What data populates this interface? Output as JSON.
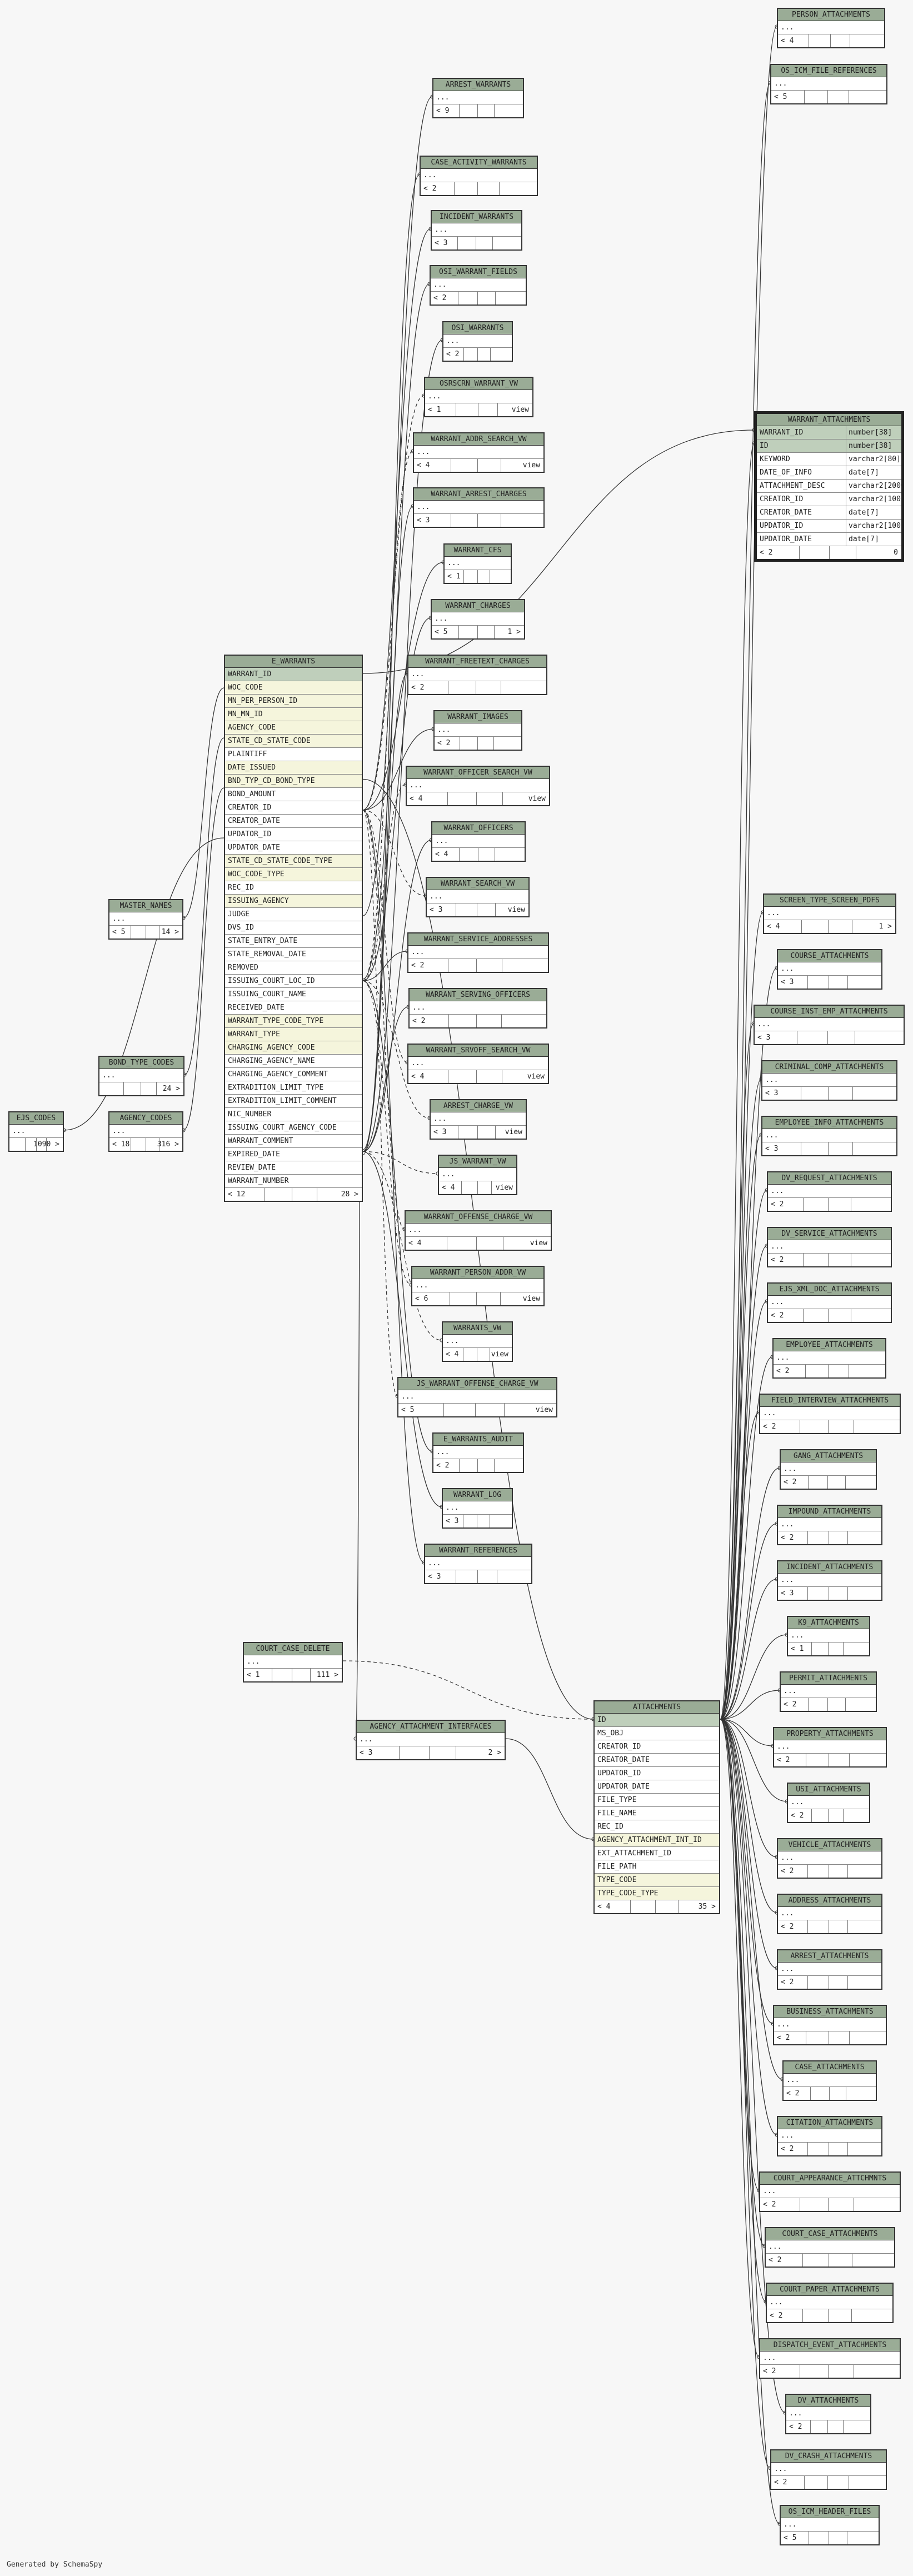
{
  "footer": "Generated by SchemaSpy",
  "focus": "WARRANT_ATTACHMENTS",
  "hub": "E_WARRANTS",
  "colors": {
    "header": "#9aac96",
    "pk": "#bfcfbb",
    "fk": "#f5f5dc",
    "line": "#333333"
  },
  "tables": [
    {
      "name": "PERSON_ATTACHMENTS",
      "rows": [
        {
          "t": "..."
        }
      ],
      "left": "< 4",
      "right": ""
    },
    {
      "name": "OS_ICM_FILE_REFERENCES",
      "rows": [
        {
          "t": "..."
        }
      ],
      "left": "< 5",
      "right": ""
    },
    {
      "name": "ARREST_WARRANTS",
      "rows": [
        {
          "t": "..."
        }
      ],
      "left": "< 9",
      "right": ""
    },
    {
      "name": "CASE_ACTIVITY_WARRANTS",
      "rows": [
        {
          "t": "..."
        }
      ],
      "left": "< 2",
      "right": ""
    },
    {
      "name": "INCIDENT_WARRANTS",
      "rows": [
        {
          "t": "..."
        }
      ],
      "left": "< 3",
      "right": ""
    },
    {
      "name": "OSI_WARRANT_FIELDS",
      "rows": [
        {
          "t": "..."
        }
      ],
      "left": "< 2",
      "right": ""
    },
    {
      "name": "OSI_WARRANTS",
      "rows": [
        {
          "t": "..."
        }
      ],
      "left": "< 2",
      "right": ""
    },
    {
      "name": "OSRSCRN_WARRANT_VW",
      "rows": [
        {
          "t": "..."
        }
      ],
      "left": "< 1",
      "right": "view"
    },
    {
      "name": "WARRANT_ADDR_SEARCH_VW",
      "rows": [
        {
          "t": "..."
        }
      ],
      "left": "< 4",
      "right": "view"
    },
    {
      "name": "WARRANT_ARREST_CHARGES",
      "rows": [
        {
          "t": "..."
        }
      ],
      "left": "< 3",
      "right": ""
    },
    {
      "name": "WARRANT_CFS",
      "rows": [
        {
          "t": "..."
        }
      ],
      "left": "< 1",
      "right": ""
    },
    {
      "name": "WARRANT_CHARGES",
      "rows": [
        {
          "t": "..."
        }
      ],
      "left": "< 5",
      "right": "1 >"
    },
    {
      "name": "WARRANT_FREETEXT_CHARGES",
      "rows": [
        {
          "t": "..."
        }
      ],
      "left": "< 2",
      "right": ""
    },
    {
      "name": "WARRANT_IMAGES",
      "rows": [
        {
          "t": "..."
        }
      ],
      "left": "< 2",
      "right": ""
    },
    {
      "name": "WARRANT_OFFICER_SEARCH_VW",
      "rows": [
        {
          "t": "..."
        }
      ],
      "left": "< 4",
      "right": "view"
    },
    {
      "name": "WARRANT_OFFICERS",
      "rows": [
        {
          "t": "..."
        }
      ],
      "left": "< 4",
      "right": ""
    },
    {
      "name": "WARRANT_SEARCH_VW",
      "rows": [
        {
          "t": "..."
        }
      ],
      "left": "< 3",
      "right": "view"
    },
    {
      "name": "WARRANT_SERVICE_ADDRESSES",
      "rows": [
        {
          "t": "..."
        }
      ],
      "left": "< 2",
      "right": ""
    },
    {
      "name": "WARRANT_SERVING_OFFICERS",
      "rows": [
        {
          "t": "..."
        }
      ],
      "left": "< 2",
      "right": ""
    },
    {
      "name": "WARRANT_SRVOFF_SEARCH_VW",
      "rows": [
        {
          "t": "..."
        }
      ],
      "left": "< 4",
      "right": "view"
    },
    {
      "name": "ARREST_CHARGE_VW",
      "rows": [
        {
          "t": "..."
        }
      ],
      "left": "< 3",
      "right": "view"
    },
    {
      "name": "JS_WARRANT_VW",
      "rows": [
        {
          "t": "..."
        }
      ],
      "left": "< 4",
      "right": "view"
    },
    {
      "name": "WARRANT_OFFENSE_CHARGE_VW",
      "rows": [
        {
          "t": "..."
        }
      ],
      "left": "< 4",
      "right": "view"
    },
    {
      "name": "WARRANT_PERSON_ADDR_VW",
      "rows": [
        {
          "t": "..."
        }
      ],
      "left": "< 6",
      "right": "view"
    },
    {
      "name": "WARRANTS_VW",
      "rows": [
        {
          "t": "..."
        }
      ],
      "left": "< 4",
      "right": "view"
    },
    {
      "name": "JS_WARRANT_OFFENSE_CHARGE_VW",
      "rows": [
        {
          "t": "..."
        }
      ],
      "left": "< 5",
      "right": "view"
    },
    {
      "name": "E_WARRANTS_AUDIT",
      "rows": [
        {
          "t": "..."
        }
      ],
      "left": "< 2",
      "right": ""
    },
    {
      "name": "WARRANT_LOG",
      "rows": [
        {
          "t": "..."
        }
      ],
      "left": "< 3",
      "right": ""
    },
    {
      "name": "WARRANT_REFERENCES",
      "rows": [
        {
          "t": "..."
        }
      ],
      "left": "< 3",
      "right": ""
    },
    {
      "name": "E_WARRANTS",
      "rows": [
        {
          "t": "WARRANT_ID",
          "k": "pk"
        },
        {
          "t": "WOC_CODE",
          "k": "fk"
        },
        {
          "t": "MN_PER_PERSON_ID",
          "k": "fk"
        },
        {
          "t": "MN_MN_ID",
          "k": "fk"
        },
        {
          "t": "AGENCY_CODE",
          "k": "fk"
        },
        {
          "t": "STATE_CD_STATE_CODE",
          "k": "fk"
        },
        {
          "t": "PLAINTIFF"
        },
        {
          "t": "DATE_ISSUED",
          "k": "fk"
        },
        {
          "t": "BND_TYP_CD_BOND_TYPE",
          "k": "fk"
        },
        {
          "t": "BOND_AMOUNT"
        },
        {
          "t": "CREATOR_ID"
        },
        {
          "t": "CREATOR_DATE"
        },
        {
          "t": "UPDATOR_ID"
        },
        {
          "t": "UPDATOR_DATE"
        },
        {
          "t": "STATE_CD_STATE_CODE_TYPE",
          "k": "fk"
        },
        {
          "t": "WOC_CODE_TYPE",
          "k": "fk"
        },
        {
          "t": "REC_ID"
        },
        {
          "t": "ISSUING_AGENCY",
          "k": "fk"
        },
        {
          "t": "JUDGE"
        },
        {
          "t": "DVS_ID"
        },
        {
          "t": "STATE_ENTRY_DATE"
        },
        {
          "t": "STATE_REMOVAL_DATE"
        },
        {
          "t": "REMOVED"
        },
        {
          "t": "ISSUING_COURT_LOC_ID"
        },
        {
          "t": "ISSUING_COURT_NAME"
        },
        {
          "t": "RECEIVED_DATE"
        },
        {
          "t": "WARRANT_TYPE_CODE_TYPE",
          "k": "fk"
        },
        {
          "t": "WARRANT_TYPE",
          "k": "fk"
        },
        {
          "t": "CHARGING_AGENCY_CODE",
          "k": "fk"
        },
        {
          "t": "CHARGING_AGENCY_NAME"
        },
        {
          "t": "CHARGING_AGENCY_COMMENT"
        },
        {
          "t": "EXTRADITION_LIMIT_TYPE"
        },
        {
          "t": "EXTRADITION_LIMIT_COMMENT"
        },
        {
          "t": "NIC_NUMBER"
        },
        {
          "t": "ISSUING_COURT_AGENCY_CODE"
        },
        {
          "t": "WARRANT_COMMENT"
        },
        {
          "t": "EXPIRED_DATE"
        },
        {
          "t": "REVIEW_DATE"
        },
        {
          "t": "WARRANT_NUMBER"
        }
      ],
      "left": "< 12",
      "right": "28 >"
    },
    {
      "name": "MASTER_NAMES",
      "rows": [
        {
          "t": "..."
        }
      ],
      "left": "< 5",
      "right": "14 >"
    },
    {
      "name": "BOND_TYPE_CODES",
      "rows": [
        {
          "t": "..."
        }
      ],
      "left": "",
      "right": "24 >"
    },
    {
      "name": "AGENCY_CODES",
      "rows": [
        {
          "t": "..."
        }
      ],
      "left": "< 18",
      "right": "316 >"
    },
    {
      "name": "EJS_CODES",
      "rows": [
        {
          "t": "..."
        }
      ],
      "left": "",
      "right": "1090 >"
    },
    {
      "name": "WARRANT_ATTACHMENTS",
      "rows": [
        {
          "t": "WARRANT_ID",
          "ty": "number[38]",
          "k": "pk"
        },
        {
          "t": "ID",
          "ty": "number[38]",
          "k": "pk"
        },
        {
          "t": "KEYWORD",
          "ty": "varchar2[80]"
        },
        {
          "t": "DATE_OF_INFO",
          "ty": "date[7]"
        },
        {
          "t": "ATTACHMENT_DESC",
          "ty": "varchar2[2000]"
        },
        {
          "t": "CREATOR_ID",
          "ty": "varchar2[100]"
        },
        {
          "t": "CREATOR_DATE",
          "ty": "date[7]"
        },
        {
          "t": "UPDATOR_ID",
          "ty": "varchar2[100]"
        },
        {
          "t": "UPDATOR_DATE",
          "ty": "date[7]"
        }
      ],
      "left": "< 2",
      "right": "0"
    },
    {
      "name": "SCREEN_TYPE_SCREEN_PDFS",
      "rows": [
        {
          "t": "..."
        }
      ],
      "left": "< 4",
      "right": "1 >"
    },
    {
      "name": "COURSE_ATTACHMENTS",
      "rows": [
        {
          "t": "..."
        }
      ],
      "left": "< 3",
      "right": ""
    },
    {
      "name": "COURSE_INST_EMP_ATTACHMENTS",
      "rows": [
        {
          "t": "..."
        }
      ],
      "left": "< 3",
      "right": ""
    },
    {
      "name": "CRIMINAL_COMP_ATTACHMENTS",
      "rows": [
        {
          "t": "..."
        }
      ],
      "left": "< 3",
      "right": ""
    },
    {
      "name": "EMPLOYEE_INFO_ATTACHMENTS",
      "rows": [
        {
          "t": "..."
        }
      ],
      "left": "< 3",
      "right": ""
    },
    {
      "name": "DV_REQUEST_ATTACHMENTS",
      "rows": [
        {
          "t": "..."
        }
      ],
      "left": "< 2",
      "right": ""
    },
    {
      "name": "DV_SERVICE_ATTACHMENTS",
      "rows": [
        {
          "t": "..."
        }
      ],
      "left": "< 2",
      "right": ""
    },
    {
      "name": "EJS_XML_DOC_ATTACHMENTS",
      "rows": [
        {
          "t": "..."
        }
      ],
      "left": "< 2",
      "right": ""
    },
    {
      "name": "EMPLOYEE_ATTACHMENTS",
      "rows": [
        {
          "t": "..."
        }
      ],
      "left": "< 2",
      "right": ""
    },
    {
      "name": "FIELD_INTERVIEW_ATTACHMENTS",
      "rows": [
        {
          "t": "..."
        }
      ],
      "left": "< 2",
      "right": ""
    },
    {
      "name": "GANG_ATTACHMENTS",
      "rows": [
        {
          "t": "..."
        }
      ],
      "left": "< 2",
      "right": ""
    },
    {
      "name": "IMPOUND_ATTACHMENTS",
      "rows": [
        {
          "t": "..."
        }
      ],
      "left": "< 2",
      "right": ""
    },
    {
      "name": "INCIDENT_ATTACHMENTS",
      "rows": [
        {
          "t": "..."
        }
      ],
      "left": "< 3",
      "right": ""
    },
    {
      "name": "K9_ATTACHMENTS",
      "rows": [
        {
          "t": "..."
        }
      ],
      "left": "< 1",
      "right": ""
    },
    {
      "name": "PERMIT_ATTACHMENTS",
      "rows": [
        {
          "t": "..."
        }
      ],
      "left": "< 2",
      "right": ""
    },
    {
      "name": "PROPERTY_ATTACHMENTS",
      "rows": [
        {
          "t": "..."
        }
      ],
      "left": "< 2",
      "right": ""
    },
    {
      "name": "USI_ATTACHMENTS",
      "rows": [
        {
          "t": "..."
        }
      ],
      "left": "< 2",
      "right": ""
    },
    {
      "name": "VEHICLE_ATTACHMENTS",
      "rows": [
        {
          "t": "..."
        }
      ],
      "left": "< 2",
      "right": ""
    },
    {
      "name": "ADDRESS_ATTACHMENTS",
      "rows": [
        {
          "t": "..."
        }
      ],
      "left": "< 2",
      "right": ""
    },
    {
      "name": "ARREST_ATTACHMENTS",
      "rows": [
        {
          "t": "..."
        }
      ],
      "left": "< 2",
      "right": ""
    },
    {
      "name": "BUSINESS_ATTACHMENTS",
      "rows": [
        {
          "t": "..."
        }
      ],
      "left": "< 2",
      "right": ""
    },
    {
      "name": "CASE_ATTACHMENTS",
      "rows": [
        {
          "t": "..."
        }
      ],
      "left": "< 2",
      "right": ""
    },
    {
      "name": "CITATION_ATTACHMENTS",
      "rows": [
        {
          "t": "..."
        }
      ],
      "left": "< 2",
      "right": ""
    },
    {
      "name": "COURT_APPEARANCE_ATTCHMNTS",
      "rows": [
        {
          "t": "..."
        }
      ],
      "left": "< 2",
      "right": ""
    },
    {
      "name": "COURT_CASE_ATTACHMENTS",
      "rows": [
        {
          "t": "..."
        }
      ],
      "left": "< 2",
      "right": ""
    },
    {
      "name": "COURT_PAPER_ATTACHMENTS",
      "rows": [
        {
          "t": "..."
        }
      ],
      "left": "< 2",
      "right": ""
    },
    {
      "name": "DISPATCH_EVENT_ATTACHMENTS",
      "rows": [
        {
          "t": "..."
        }
      ],
      "left": "< 2",
      "right": ""
    },
    {
      "name": "DV_ATTACHMENTS",
      "rows": [
        {
          "t": "..."
        }
      ],
      "left": "< 2",
      "right": ""
    },
    {
      "name": "DV_CRASH_ATTACHMENTS",
      "rows": [
        {
          "t": "..."
        }
      ],
      "left": "< 2",
      "right": ""
    },
    {
      "name": "OS_ICM_HEADER_FILES",
      "rows": [
        {
          "t": "..."
        }
      ],
      "left": "< 5",
      "right": ""
    },
    {
      "name": "COURT_CASE_DELETE",
      "rows": [
        {
          "t": "..."
        }
      ],
      "left": "< 1",
      "right": "111 >"
    },
    {
      "name": "AGENCY_ATTACHMENT_INTERFACES",
      "rows": [
        {
          "t": "..."
        }
      ],
      "left": "< 3",
      "right": "2 >"
    },
    {
      "name": "ATTACHMENTS",
      "rows": [
        {
          "t": "ID",
          "k": "pk"
        },
        {
          "t": "MS_OBJ"
        },
        {
          "t": "CREATOR_ID"
        },
        {
          "t": "CREATOR_DATE"
        },
        {
          "t": "UPDATOR_ID"
        },
        {
          "t": "UPDATOR_DATE"
        },
        {
          "t": "FILE_TYPE"
        },
        {
          "t": "FILE_NAME"
        },
        {
          "t": "REC_ID"
        },
        {
          "t": "AGENCY_ATTACHMENT_INT_ID",
          "k": "fk"
        },
        {
          "t": "EXT_ATTACHMENT_ID"
        },
        {
          "t": "FILE_PATH"
        },
        {
          "t": "TYPE_CODE",
          "k": "fk"
        },
        {
          "t": "TYPE_CODE_TYPE",
          "k": "fk"
        }
      ],
      "left": "< 4",
      "right": "35 >"
    }
  ]
}
